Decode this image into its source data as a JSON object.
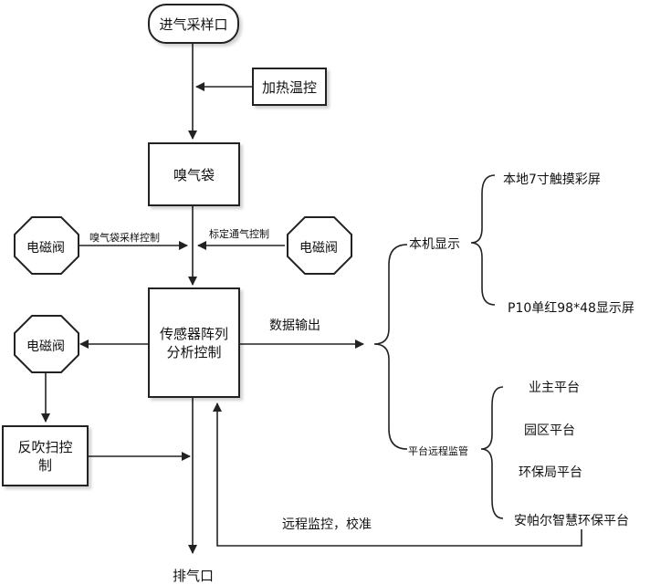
{
  "nodes": {
    "intake": "进气采样口",
    "heating": "加热温控",
    "odor_bag": "嗅气袋",
    "valve_left_top": "电磁阀",
    "valve_right_top": "电磁阀",
    "valve_left_mid": "电磁阀",
    "sensor_line1": "传感器阵列",
    "sensor_line2": "分析控制",
    "backflush_line1": "反吹扫控",
    "backflush_line2": "制",
    "exhaust": "排气口"
  },
  "edge_labels": {
    "odor_bag_sampling": "嗅气袋采样控制",
    "calibration_air": "标定通气控制",
    "data_output": "数据输出",
    "remote": "远程监控，校准"
  },
  "outputs": {
    "local_display": "本机显示",
    "local_items": [
      "本地7寸触摸彩屏",
      "P10单红98*48显示屏"
    ],
    "remote_monitor": "平台远程监管",
    "remote_items": [
      "业主平台",
      "园区平台",
      "环保局平台",
      "安帕尔智慧环保平台"
    ]
  },
  "colors": {
    "stroke": "#222222",
    "shadow": "rgba(0,0,0,0.18)"
  }
}
